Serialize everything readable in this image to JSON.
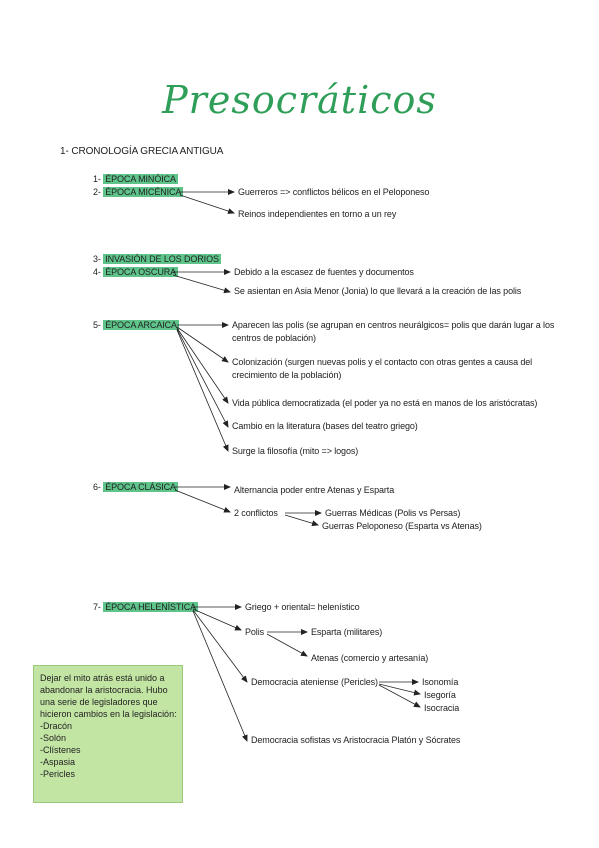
{
  "title": "Presocráticos",
  "section_heading": "1- CRONOLOGÍA GRECIA ANTIGUA",
  "eras": {
    "e1": {
      "num": "1-",
      "label": "ÉPOCA MINÓICA"
    },
    "e2": {
      "num": "2-",
      "label": "ÉPOCA MICÉNICA"
    },
    "e3": {
      "num": "3-",
      "label": "INVASIÓN DE LOS DORIOS"
    },
    "e4": {
      "num": "4-",
      "label": "ÉPOCA OSCURA"
    },
    "e5": {
      "num": "5-",
      "label": "ÉPOCA ARCAICA"
    },
    "e6": {
      "num": "6-",
      "label": "ÉPOCA CLÁSICA"
    },
    "e7": {
      "num": "7-",
      "label": "ÉPOCA HELENÍSTICA"
    }
  },
  "micenica": {
    "a": "Guerreros => conflictos bélicos en el Peloponeso",
    "b": "Reinos independientes en torno a un rey"
  },
  "oscura": {
    "a": "Debido a la escasez de fuentes y documentos",
    "b": "Se asientan en Asia Menor (Jonia) lo que llevará a la creación de las polis"
  },
  "arcaica": {
    "a1": "Aparecen las polis (se agrupan en centros neurálgicos= polis que darán lugar a los",
    "a2": "centros de población)",
    "b1": "Colonización (surgen nuevas polis y el contacto con otras gentes a causa del",
    "b2": "crecimiento de la población)",
    "c": "Vida pública democratizada (el poder ya no está en manos de los aristócratas)",
    "d": "Cambio en la literatura (bases del teatro griego)",
    "e": "Surge la filosofía (mito => logos)"
  },
  "clasica": {
    "a": "Alternancia poder entre Atenas y Esparta",
    "b": "2 conflictos",
    "b1": "Guerras Médicas (Polis vs Persas)",
    "b2": "Guerras Peloponeso (Esparta vs Atenas)"
  },
  "helenistica": {
    "a": "Griego + oriental= helenístico",
    "polis": "Polis",
    "esparta": "Esparta (militares)",
    "atenas": "Atenas (comercio y artesanía)",
    "democracia": "Democracia ateniense (Pericles)",
    "d1": "Isonomía",
    "d2": "Isegoría",
    "d3": "Isocracia",
    "sofistas": "Democracia sofistas vs Aristocracia Platón y Sócrates"
  },
  "note": {
    "lines": [
      "Dejar el mito atrás está unido a",
      "abandonar la aristocracia. Hubo",
      "una serie de legisladores que",
      "hicieron cambios en la legislación:",
      "-Dracón",
      "-Solón",
      "-Clístenes",
      "-Aspasia",
      "-Pericles"
    ]
  },
  "colors": {
    "accent": "#2e9e58",
    "highlight": "#5ec48a",
    "note_bg": "#c2e5a4"
  }
}
